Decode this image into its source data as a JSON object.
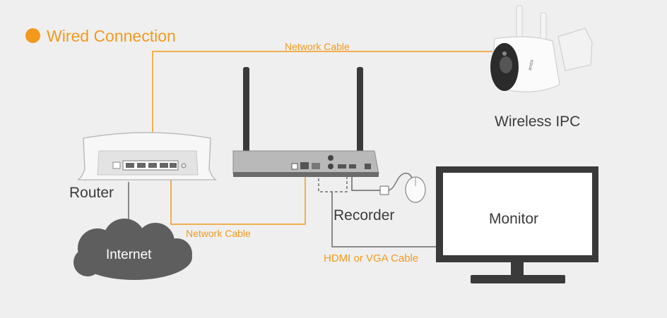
{
  "title": "Wired Connection",
  "labels": {
    "network_cable_top": "Network Cable",
    "network_cable_bottom": "Network Cable",
    "hdmi_vga": "HDMI or VGA Cable",
    "router": "Router",
    "internet": "Internet",
    "recorder": "Recorder",
    "monitor": "Monitor",
    "wireless_ipc": "Wireless IPC",
    "camera_brand": "imou"
  },
  "colors": {
    "background": "#efefef",
    "accent": "#f29a1c",
    "cable_gray": "#8a8a8a",
    "device_dark": "#3a3a3a",
    "cloud": "#5e5e5e"
  },
  "icons": [
    "router-icon",
    "internet-cloud-icon",
    "recorder-icon",
    "monitor-icon",
    "camera-icon",
    "mouse-icon"
  ]
}
